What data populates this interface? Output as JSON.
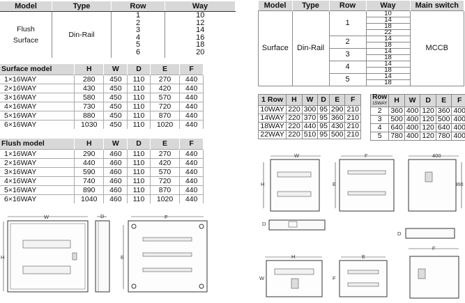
{
  "table1": {
    "headers": [
      "Model",
      "Type",
      "Row",
      "Way"
    ],
    "model": [
      "Flush",
      "Surface"
    ],
    "type": "Din-Rail",
    "rows": [
      "1",
      "2",
      "3",
      "4",
      "5",
      "6"
    ],
    "ways": [
      "10",
      "12",
      "14",
      "16",
      "18",
      "20"
    ]
  },
  "surface": {
    "headers": [
      "Surface model",
      "H",
      "W",
      "D",
      "E",
      "F"
    ],
    "rows": [
      [
        "1×16WAY",
        "280",
        "450",
        "110",
        "270",
        "440"
      ],
      [
        "2×16WAY",
        "430",
        "450",
        "110",
        "420",
        "440"
      ],
      [
        "3×16WAY",
        "580",
        "450",
        "110",
        "570",
        "440"
      ],
      [
        "4×16WAY",
        "730",
        "450",
        "110",
        "720",
        "440"
      ],
      [
        "5×16WAY",
        "880",
        "450",
        "110",
        "870",
        "440"
      ],
      [
        "6×16WAY",
        "1030",
        "450",
        "110",
        "1020",
        "440"
      ]
    ]
  },
  "flush": {
    "headers": [
      "Flush model",
      "H",
      "W",
      "D",
      "E",
      "F"
    ],
    "rows": [
      [
        "1×16WAY",
        "290",
        "460",
        "110",
        "270",
        "440"
      ],
      [
        "2×16WAY",
        "440",
        "460",
        "110",
        "420",
        "440"
      ],
      [
        "3×16WAY",
        "590",
        "460",
        "110",
        "570",
        "440"
      ],
      [
        "4×16WAY",
        "740",
        "460",
        "110",
        "720",
        "440"
      ],
      [
        "5×16WAY",
        "890",
        "460",
        "110",
        "870",
        "440"
      ],
      [
        "6×16WAY",
        "1040",
        "460",
        "110",
        "1020",
        "440"
      ]
    ]
  },
  "table4": {
    "headers": [
      "Model",
      "Type",
      "Row",
      "Way",
      "Main switch"
    ],
    "model": "Surface",
    "type": "Din-Rail",
    "main_switch": "MCCB",
    "rows": [
      {
        "row": "1",
        "ways": [
          "10",
          "14",
          "18",
          "22"
        ]
      },
      {
        "row": "2",
        "ways": [
          "14",
          "18"
        ]
      },
      {
        "row": "3",
        "ways": [
          "14",
          "18"
        ]
      },
      {
        "row": "4",
        "ways": [
          "14",
          "18"
        ]
      },
      {
        "row": "5",
        "ways": [
          "14",
          "18"
        ]
      }
    ]
  },
  "table5": {
    "headers": [
      "1 Row",
      "H",
      "W",
      "D",
      "E",
      "F"
    ],
    "rows": [
      [
        "10WAY",
        "220",
        "300",
        "95",
        "290",
        "210"
      ],
      [
        "14WAY",
        "220",
        "370",
        "95",
        "360",
        "210"
      ],
      [
        "18WAY",
        "220",
        "440",
        "95",
        "430",
        "210"
      ],
      [
        "22WAY",
        "220",
        "510",
        "95",
        "500",
        "210"
      ]
    ]
  },
  "table6": {
    "row_label": "Row",
    "row_sub": "15WAY",
    "headers": [
      "H",
      "W",
      "D",
      "E",
      "F"
    ],
    "rows": [
      [
        "2",
        "360",
        "400",
        "120",
        "360",
        "400"
      ],
      [
        "3",
        "500",
        "400",
        "120",
        "500",
        "400"
      ],
      [
        "4",
        "640",
        "400",
        "120",
        "640",
        "400"
      ],
      [
        "5",
        "780",
        "400",
        "120",
        "780",
        "400"
      ]
    ]
  },
  "dims": {
    "W": "W",
    "D": "D",
    "F": "F",
    "H": "H",
    "E": "E",
    "w400": "400",
    "h360": "360"
  }
}
